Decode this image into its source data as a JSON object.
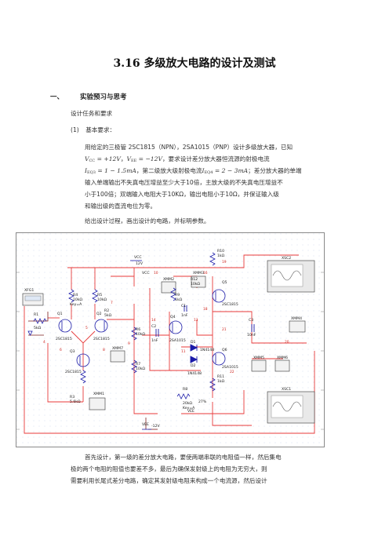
{
  "doc": {
    "title": "3.16 多级放大电路的设计及测试",
    "section": {
      "number": "一、",
      "heading": "实验预习与思考"
    },
    "sub_heading": "设计任务和要求",
    "item1": {
      "label": "(1)",
      "text": "基本要求："
    },
    "p1_line1": "用给定的三极管 2SC1815（NPN），2SA1015（PNP）设计多级放大器，已知",
    "p1_line2_f1": "V",
    "p1_line2_f1_sub": "CC",
    "p1_line2_f1_rhs": "= +12V",
    "p1_line2_sep": "，",
    "p1_line2_f2": "V",
    "p1_line2_f2_sub": "EE",
    "p1_line2_f2_rhs": "= −12V",
    "p1_line2_rest": "，要求设计差分放大器恒流源的射极电流",
    "p1_line3_f1": "I",
    "p1_line3_f1_sub": "EQ3",
    "p1_line3_f1_rhs": "= 1 − 1.5mA",
    "p1_line3_mid": "，第二级放大级射极电流",
    "p1_line3_f2": "I",
    "p1_line3_f2_sub": "EQ4",
    "p1_line3_f2_rhs": "= 2 − 3mA",
    "p1_line3_rest": "；差分放大器的单端",
    "p1_line4": "输入单端输出不失真电压增益至少大于10倍，主放大级的不失真电压增益不",
    "p1_line5": "小于100倍；双端输入电阻大于10KΩ，输出电阻小于10Ω，并保证输入级",
    "p1_line6": "和输出级的直流电位为零。",
    "p2": "给出设计过程，画出设计的电路，并标明参数。",
    "p3_line1": "首先设计，第一级的差分放大电路，要使两端串联的电阻值一样，然后集电",
    "p3_line2": "极的两个电阻的阻值也要差不多，最后为确保发射级上的电阻为无穷大，则",
    "p3_line3": "需要利用长尾式差分电路，确定其发射级电阻来构成一个电流源，然后设计"
  },
  "circuit": {
    "labels": {
      "vcc": "VCC",
      "vcc_val": "12V",
      "vee": "VEE",
      "vee_val": "-12V",
      "vee_small": "VEE",
      "vcc_small": "VCC",
      "xfg1": "XFG1",
      "xsc2": "XSC2",
      "xsc1": "XSC1",
      "xmm1": "XMM1",
      "xmm2": "XMM2",
      "xmm3": "XMM3",
      "xmm4": "XMM4",
      "xmm5": "XMM5",
      "xmm6": "XMM6",
      "xmm7": "XMM7",
      "r1": "R1",
      "r1_val": "5kΩ",
      "r2": "R2",
      "r2_val": "5kΩ",
      "r3": "R3",
      "r3_val": "5.6kΩ",
      "r4": "R4",
      "r4_val": "10kΩ",
      "r4_key": "Key=A",
      "r5": "R5",
      "r5_val": "10kΩ",
      "r6": "R6",
      "r6_val": "10kΩ",
      "r7": "R7",
      "r7_val": "10kΩ",
      "r8": "R8",
      "r8_val": "20kΩ",
      "r8_key": "Key=A",
      "r8_pct": "27%",
      "r9": "R9",
      "r9_val": "1kΩ",
      "r10": "R10",
      "r10_val": "1kΩ",
      "r11": "R11",
      "r11_val": "1kΩ",
      "r12": "R12",
      "r12_val": "10kΩ",
      "r1b": "R1",
      "r1b_val": "5kΩ",
      "c1": "C1",
      "c1_val": "1nF",
      "c2": "C2",
      "c2_val": "1nF",
      "c3": "C3",
      "c3_val": "10nF",
      "q1": "Q1",
      "q2": "Q2",
      "q3": "Q3",
      "q4": "Q4",
      "q5": "Q5",
      "q6": "Q6",
      "t_2sc1815": "2SC1815",
      "t_2sa1015": "2SA1015",
      "d1": "D1",
      "d2": "D2",
      "d_model": "1N4148",
      "n_4": "4",
      "n_5": "5",
      "n_7": "7",
      "n_9": "9",
      "n_10": "10",
      "n_11": "11",
      "n_13": "13",
      "n_14": "14",
      "n_16": "16",
      "n_18": "18",
      "n_19": "19",
      "n_20": "20",
      "n_6": "6",
      "n_8": "8",
      "n_21": "21",
      "n_22": "22"
    }
  },
  "colors": {
    "wire": "#e83a3a",
    "wire_dark": "#7a1b1b",
    "component": "#1a1aa8",
    "grid": "#c9d6e8",
    "text_blue": "#1a3fa8"
  }
}
